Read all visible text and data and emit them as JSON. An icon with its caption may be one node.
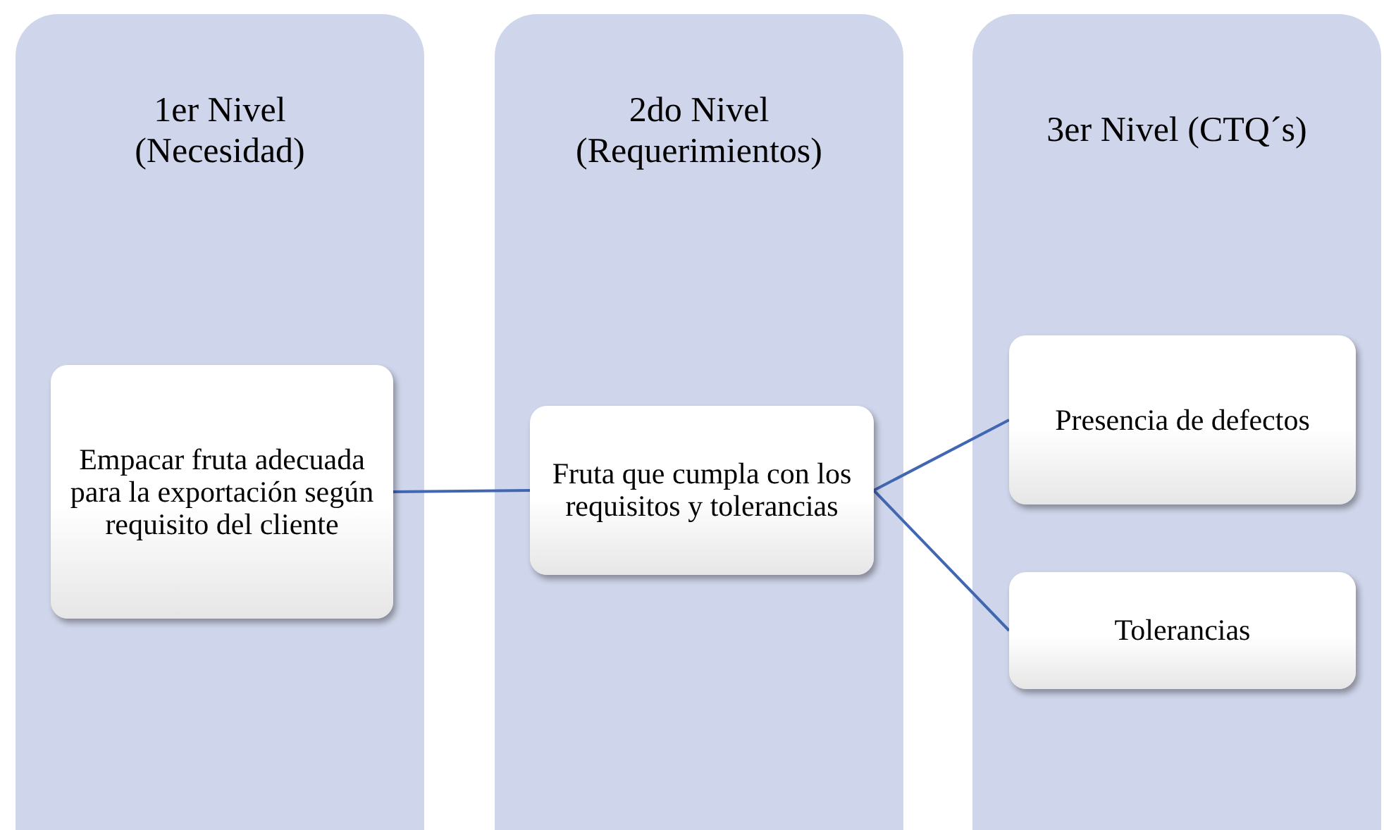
{
  "diagram": {
    "nodes": [
      {
        "text": [
          "1er Nivel (Necesidad)"
        ]
      },
      {
        "text": [
          "2do Nivel (Requerimientos)"
        ]
      },
      {
        "text": [
          "3er Nivel (CTQ´s)"
        ]
      },
      {
        "text": [
          "Empacar fruta adecuada para la exportación según requisito del cliente"
        ],
        "in": 0
      },
      {
        "text": [
          "Fruta que cumpla con los requisitos y tolerancias"
        ],
        "in": 1
      },
      {
        "text": [
          "Presencia de defectos"
        ],
        "in": 2
      },
      {
        "text": [
          "Tolerancias"
        ],
        "in": 2
      }
    ],
    "edges": [
      {
        "from": 3,
        "to": 4,
        "arrow": "none"
      },
      {
        "from": 4,
        "to": 5,
        "arrow": "none"
      },
      {
        "from": 4,
        "to": 6,
        "arrow": "none"
      }
    ]
  }
}
